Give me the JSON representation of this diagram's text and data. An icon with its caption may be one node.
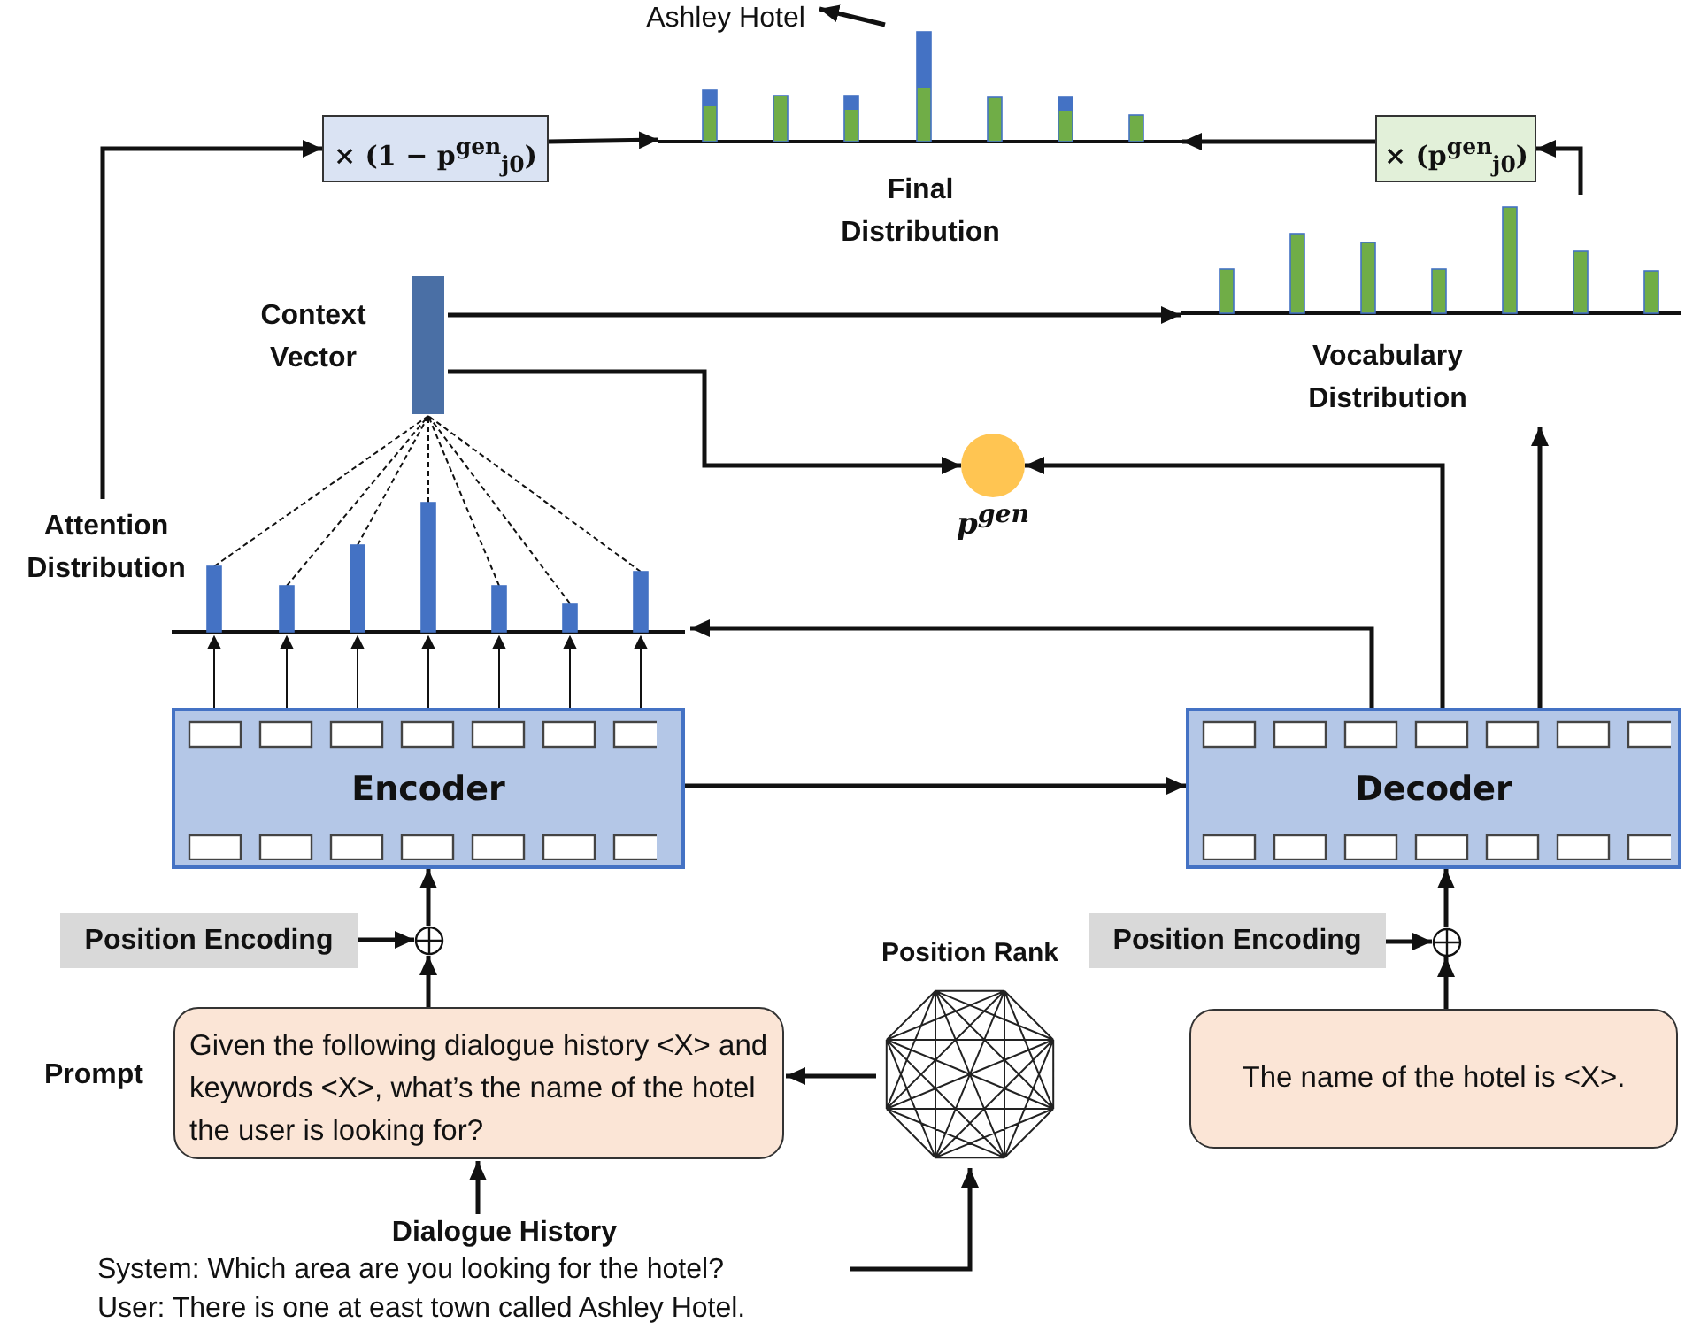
{
  "diagram": {
    "nodes": [
      {
        "text": [
          "Ashley Hotel"
        ]
      },
      {
        "text": [
          "× (1 − p$^{gen}$$_{j0}$)"
        ]
      },
      {
        "text": [
          "Final Distribution"
        ]
      },
      {
        "text": [
          "× (p$^{gen}$$_{j0}$)"
        ]
      },
      {
        "text": [
          "Context Vector"
        ]
      },
      {
        "text": [
          "Vocabulary Distribution"
        ]
      },
      {
        "text": [
          "Attention Distribution"
        ]
      },
      {
        "text": [
          "p$^{gen}$"
        ]
      },
      {
        "text": [
          "Encoder"
        ]
      },
      {
        "text": [
          "Decoder"
        ]
      },
      {
        "text": [
          "Position Encoding"
        ]
      },
      {
        "text": [],
        "shape": "circle"
      },
      {
        "text": [
          "Position Rank"
        ]
      },
      {
        "text": [
          "Position Encoding"
        ]
      },
      {
        "text": [],
        "shape": "circle"
      },
      {
        "text": [
          "Prompt",
          "Given the following dialogue history <X> and keywords <X>, what’s the name of the hotel the user is looking for?"
        ]
      },
      {
        "text": [
          "The name of the hotel is <X>."
        ]
      },
      {
        "text": [
          "Dialogue History",
          "System: Which area are you looking for the hotel?",
          "User: There is one at east town called Ashley Hotel."
        ]
      }
    ],
    "edges": [
      {
        "from": 6,
        "to": 1,
        "arrow": "to"
      },
      {
        "from": 1,
        "to": 2,
        "arrow": "to"
      },
      {
        "from": 3,
        "to": 2,
        "arrow": "to"
      },
      {
        "from": 5,
        "to": 3,
        "arrow": "to"
      },
      {
        "from": 2,
        "to": 0,
        "arrow": "to"
      },
      {
        "from": 6,
        "to": 4,
        "arrow": "none",
        "style": "dashed"
      },
      {
        "from": 4,
        "to": 5,
        "arrow": "to"
      },
      {
        "from": 4,
        "to": 7,
        "arrow": "to"
      },
      {
        "from": 9,
        "to": 7,
        "arrow": "to"
      },
      {
        "from": 9,
        "to": 5,
        "arrow": "to"
      },
      {
        "from": 9,
        "to": 6,
        "arrow": "to"
      },
      {
        "from": 8,
        "to": 6,
        "arrow": "to"
      },
      {
        "from": 8,
        "to": 9,
        "arrow": "to"
      },
      {
        "from": 10,
        "to": 11,
        "arrow": "to"
      },
      {
        "from": 11,
        "to": 8,
        "arrow": "to"
      },
      {
        "from": 15,
        "to": 11,
        "arrow": "to"
      },
      {
        "from": 13,
        "to": 14,
        "arrow": "to"
      },
      {
        "from": 14,
        "to": 9,
        "arrow": "to"
      },
      {
        "from": 16,
        "to": 14,
        "arrow": "to"
      },
      {
        "from": 12,
        "to": 15,
        "arrow": "to"
      },
      {
        "from": 17,
        "to": 15,
        "arrow": "to"
      },
      {
        "from": 17,
        "to": 12,
        "arrow": "to"
      }
    ]
  }
}
